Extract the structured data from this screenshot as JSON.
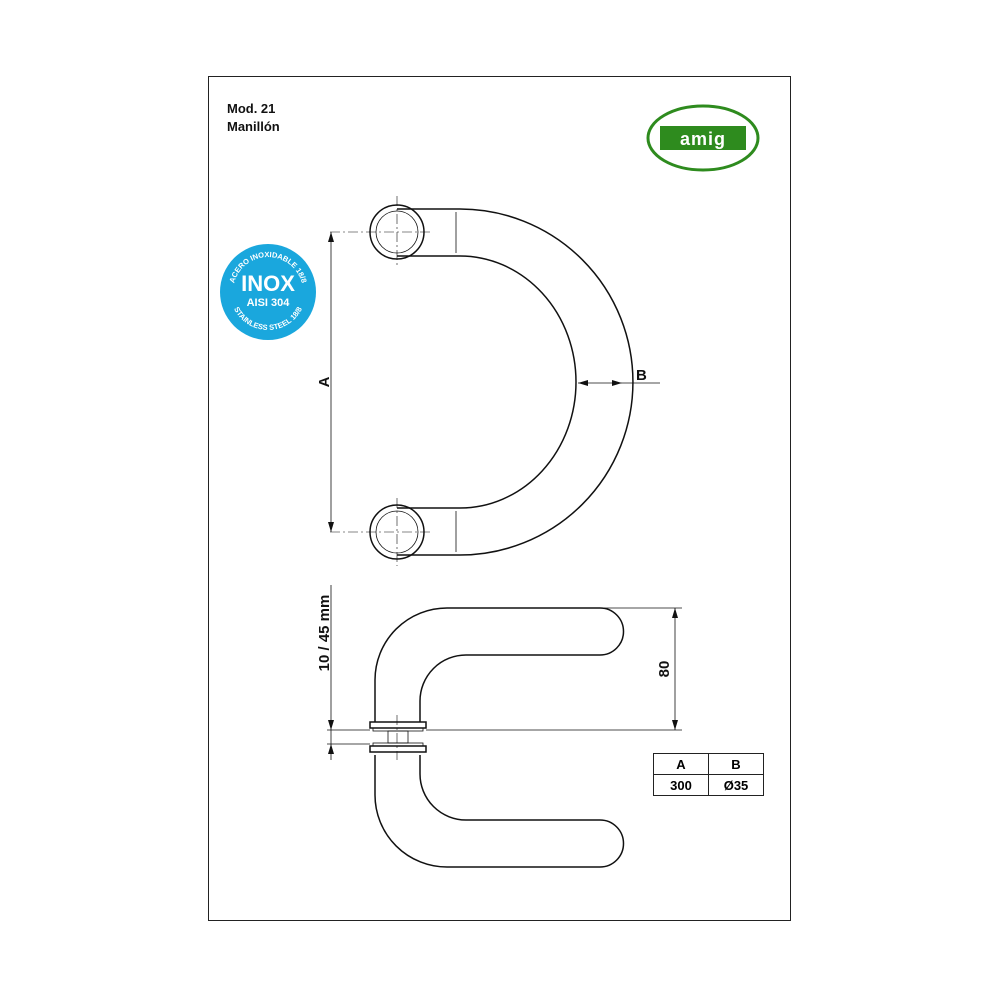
{
  "header": {
    "model": "Mod. 21",
    "name": "Manillón"
  },
  "logo": {
    "brand": "AMIG",
    "color": "#2e8b1e"
  },
  "badge": {
    "main": "INOX",
    "grade": "AISI 304",
    "top_arc": "ACERO INOXIDABLE 18/8",
    "bottom_arc": "STAINLESS STEEL 18/8",
    "color": "#1aa7dd"
  },
  "dimensions": {
    "label_a": "A",
    "label_b": "B",
    "label_height": "80",
    "label_thickness": "10 / 45 mm"
  },
  "spec_table": {
    "headers": [
      "A",
      "B"
    ],
    "values": [
      "300",
      "Ø35"
    ]
  }
}
